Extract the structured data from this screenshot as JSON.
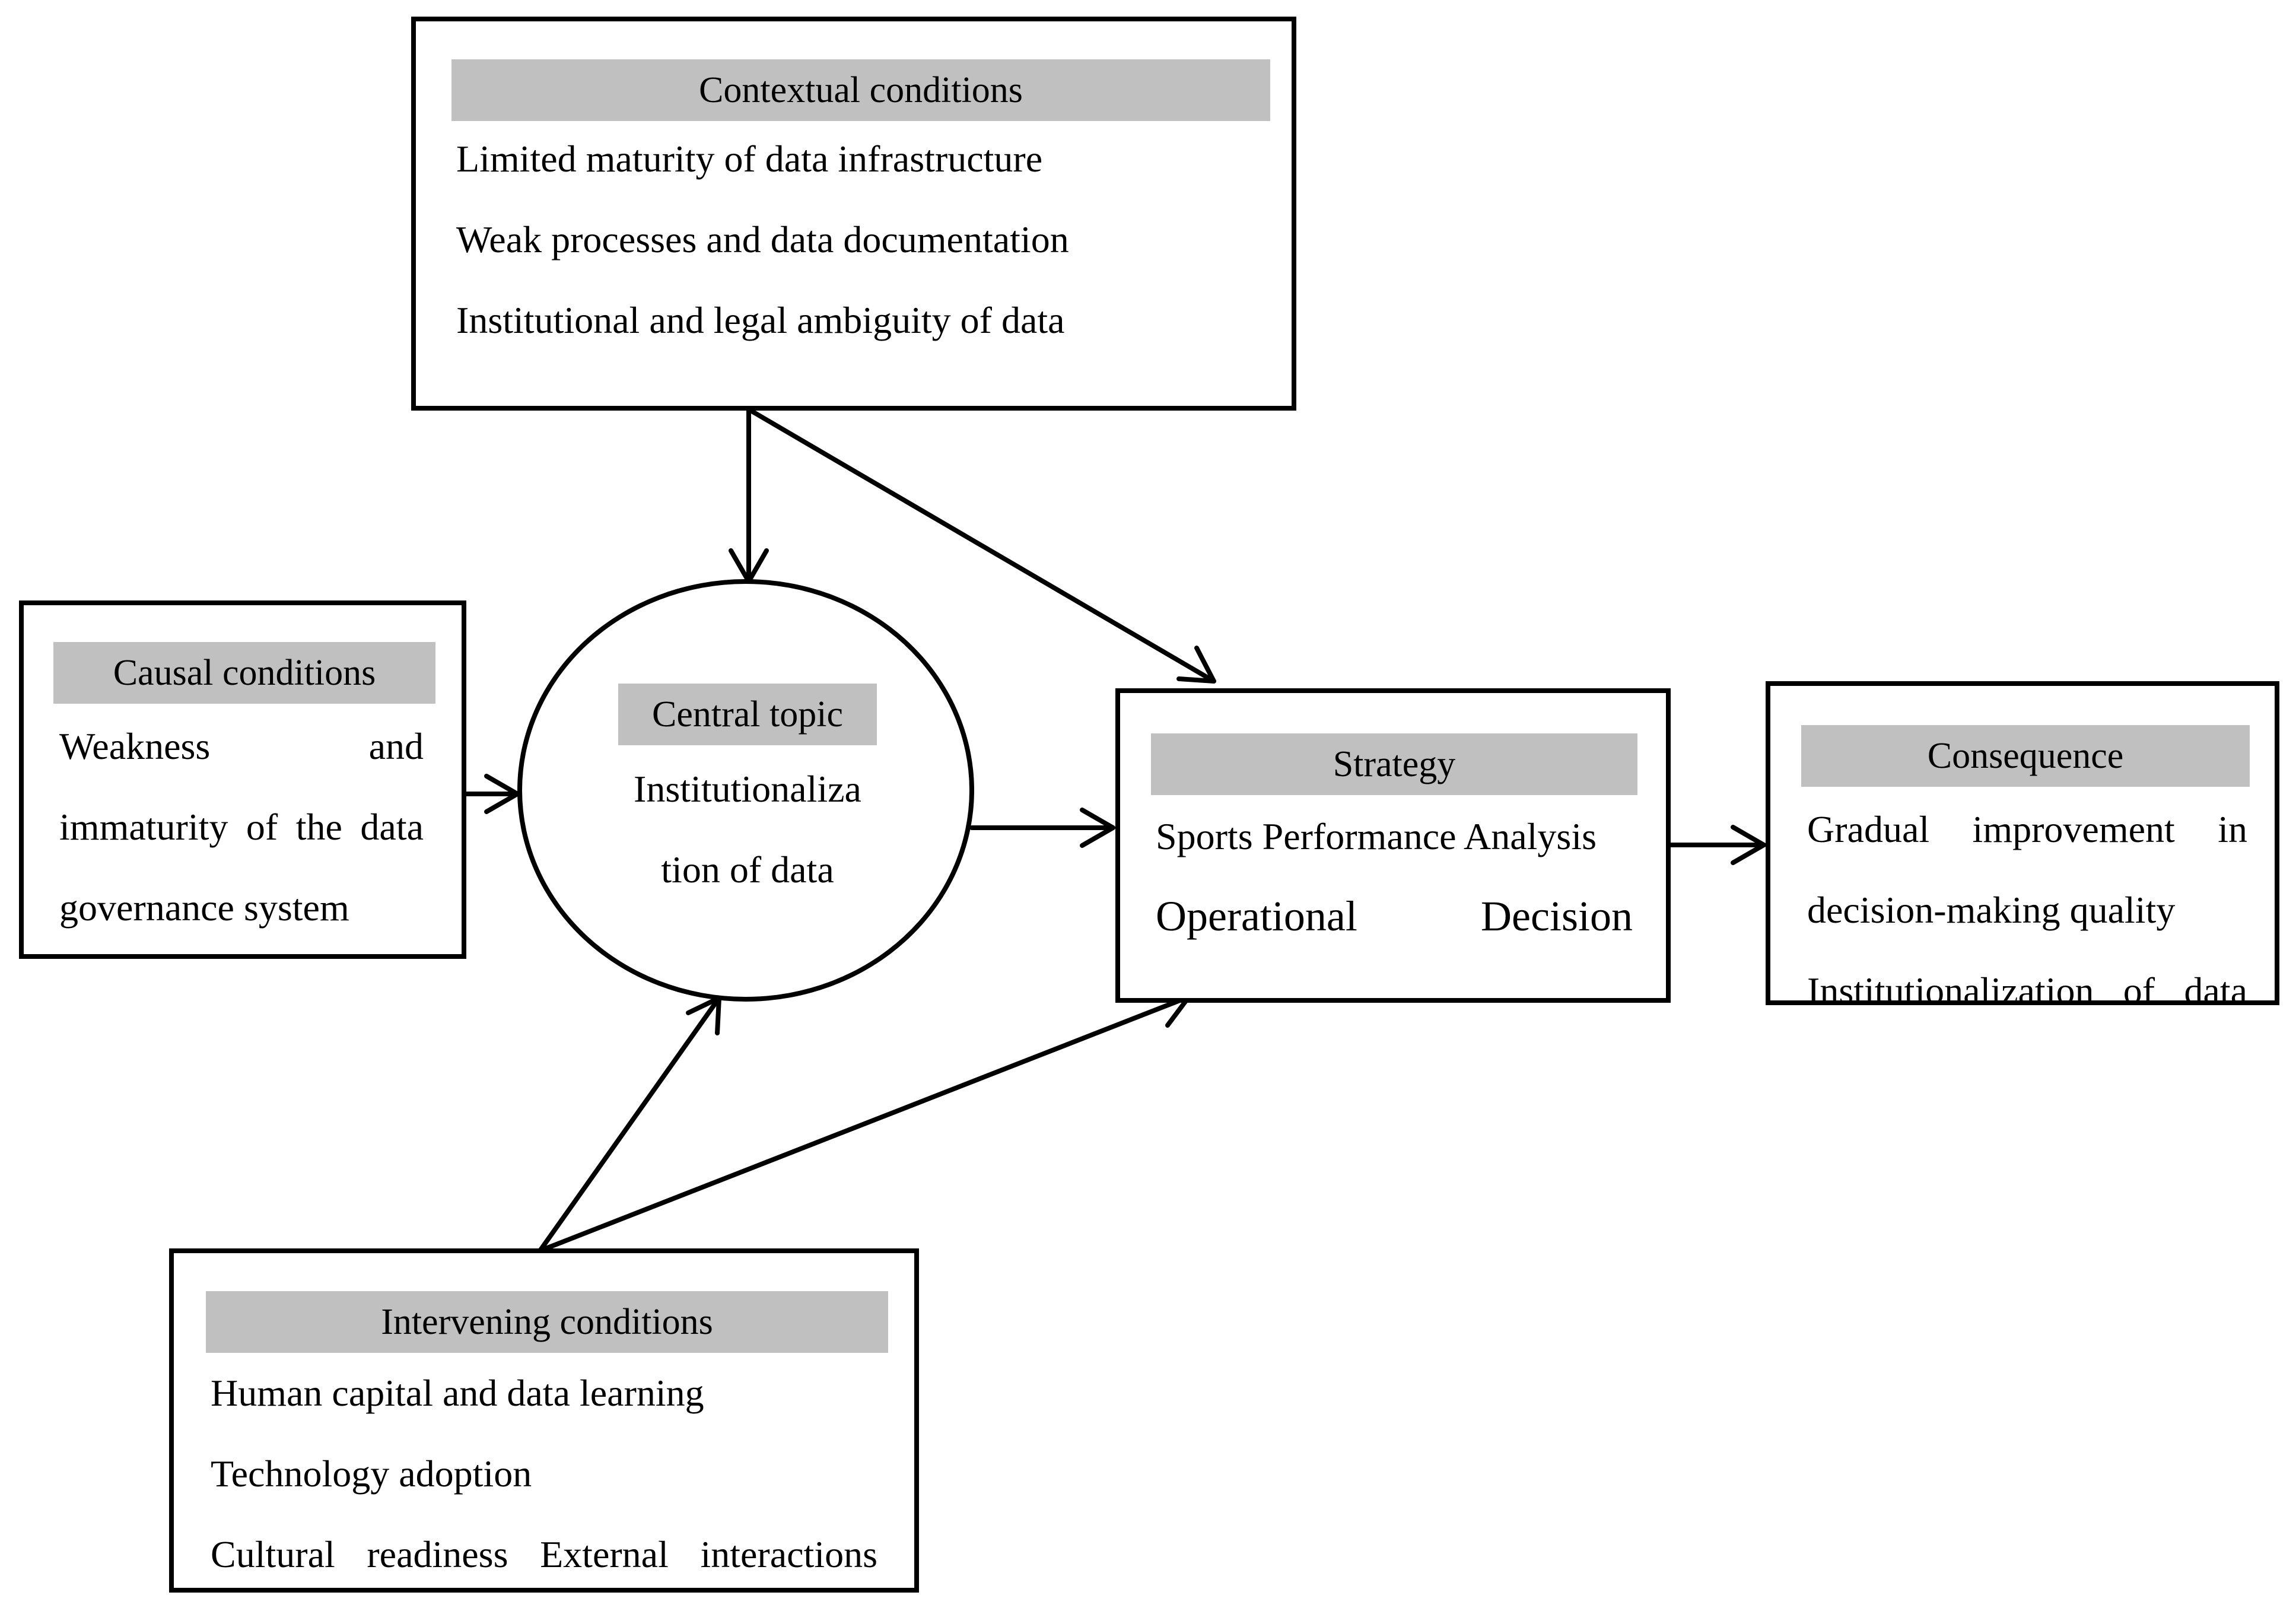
{
  "contextual": {
    "header": "Contextual conditions",
    "lines": [
      "Limited maturity of data infrastructure",
      "Weak processes and data documentation",
      "Institutional and legal ambiguity of data"
    ]
  },
  "causal": {
    "header": "Causal conditions",
    "lines": [
      "Weakness and",
      "immaturity of the data",
      "governance system"
    ]
  },
  "central": {
    "header": "Central topic",
    "lines": [
      "Institutionaliza",
      "tion of data"
    ]
  },
  "strategy": {
    "header": "Strategy",
    "lines": [
      "Sports Performance Analysis",
      "Operational Decision"
    ]
  },
  "consequence": {
    "header": "Consequence",
    "lines": [
      "Gradual improvement in",
      "decision-making quality",
      "Institutionalization of data"
    ]
  },
  "intervening": {
    "header": "Intervening conditions",
    "lines": [
      "Human capital and data learning",
      "Technology adoption",
      "Cultural readiness External interactions"
    ]
  }
}
